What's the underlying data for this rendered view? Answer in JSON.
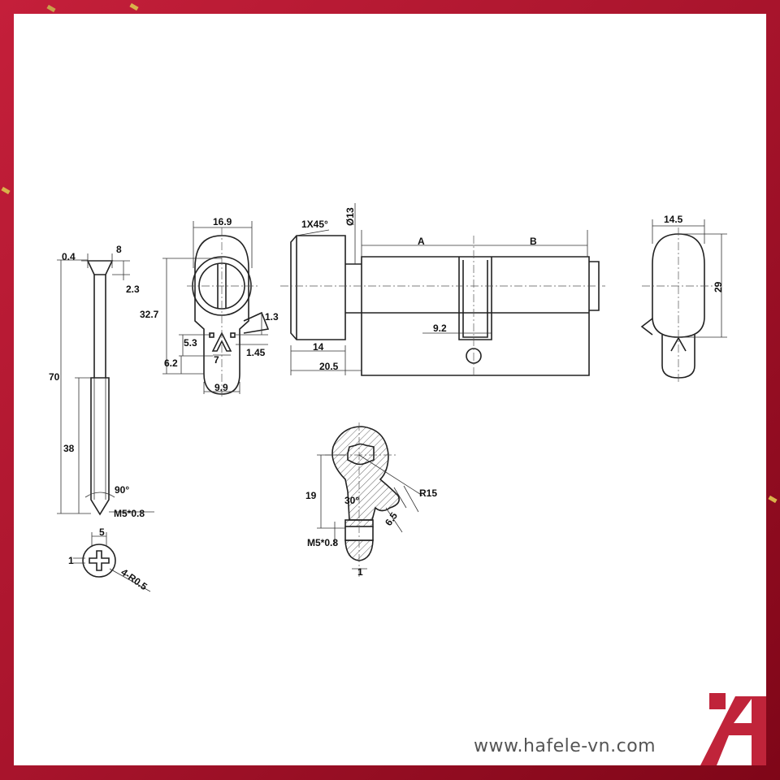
{
  "brand": {
    "website": "www.hafele-vn.com",
    "logo_letter": "A",
    "accent_color": "#c0243a",
    "border_color": "#a8142c"
  },
  "screw": {
    "labels": {
      "head_gap": "0.4",
      "head_width": "8",
      "head_height": "2.3",
      "total_length": "70",
      "thread_length": "38",
      "tip_angle": "90°",
      "thread": "M5*0.8",
      "end_diameter": "5",
      "slot_width": "1",
      "slot_radius": "4-R0.5"
    }
  },
  "front_view": {
    "labels": {
      "width": "16.9",
      "height": "32.7",
      "cam_offset": "1.3",
      "mark_height": "5.3",
      "mark_offset": "1.45",
      "mark_width": "7",
      "bottom_radius": "6.2",
      "bottom_width": "9.9"
    }
  },
  "side_view": {
    "labels": {
      "chamfer": "1X45°",
      "knob_diameter": "Ø13",
      "length_a": "A",
      "length_b": "B",
      "cam_width": "9.2",
      "knob_length": "14",
      "knob_total": "20.5"
    }
  },
  "end_view": {
    "labels": {
      "width": "14.5",
      "height": "29"
    }
  },
  "cam_detail": {
    "labels": {
      "height": "19",
      "angle": "30°",
      "radius": "R15",
      "cam_width": "6.5",
      "thread": "M5*0.8",
      "offset": "1"
    }
  }
}
